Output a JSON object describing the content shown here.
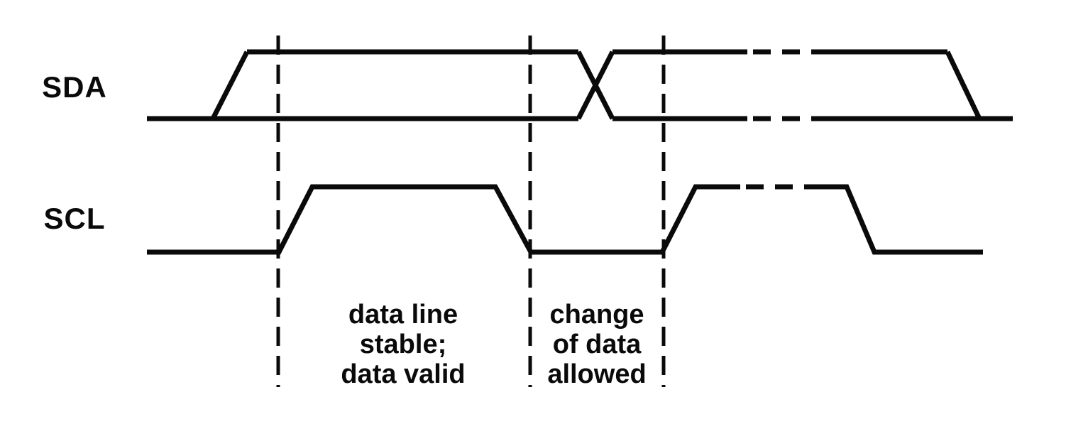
{
  "signals": [
    {
      "label": "SDA"
    },
    {
      "label": "SCL"
    }
  ],
  "annotations": [
    {
      "lines": [
        "data line",
        "stable;",
        "data valid"
      ]
    },
    {
      "lines": [
        "change",
        "of data",
        "allowed"
      ]
    }
  ],
  "colors": {
    "ink": "#0a0a0a",
    "background": "#ffffff"
  }
}
